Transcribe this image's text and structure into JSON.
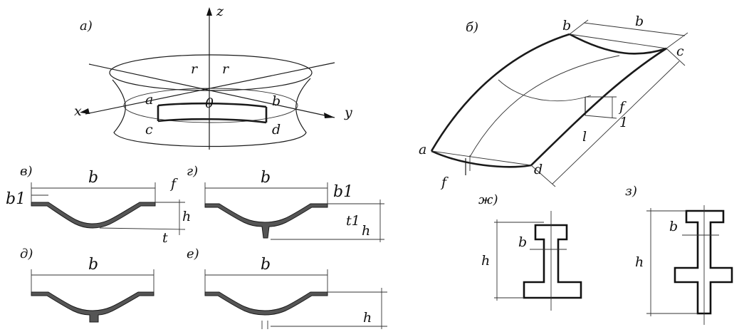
{
  "panels": {
    "a": {
      "label": "а)",
      "axes": {
        "z": "z",
        "x": "x",
        "y": "y"
      },
      "points": {
        "origin": "0",
        "a": "a",
        "b": "b",
        "c": "c",
        "d": "d"
      },
      "radius": [
        "r",
        "r"
      ]
    },
    "b": {
      "label": "б)",
      "points": {
        "a": "a",
        "b": "b",
        "c": "c",
        "d": "d"
      },
      "dims": {
        "width": "b",
        "sag_top": "f",
        "length": "l",
        "sag_bottom": "f",
        "unit_mark": "1"
      }
    },
    "v": {
      "label": "в)",
      "dims": {
        "width": "b",
        "b1": "b1",
        "f": "f",
        "h": "h",
        "t": "t"
      }
    },
    "g": {
      "label": "г)",
      "dims": {
        "width": "b",
        "b1": "b1",
        "t1": "t1",
        "h": "h"
      }
    },
    "d": {
      "label": "д)",
      "dims": {
        "width": "b"
      }
    },
    "e": {
      "label": "е)",
      "dims": {
        "width": "b",
        "h": "h"
      }
    },
    "zh": {
      "label": "ж)",
      "dims": {
        "b": "b",
        "h": "h"
      }
    },
    "z": {
      "label": "з)",
      "dims": {
        "b": "b",
        "h": "h"
      }
    }
  }
}
